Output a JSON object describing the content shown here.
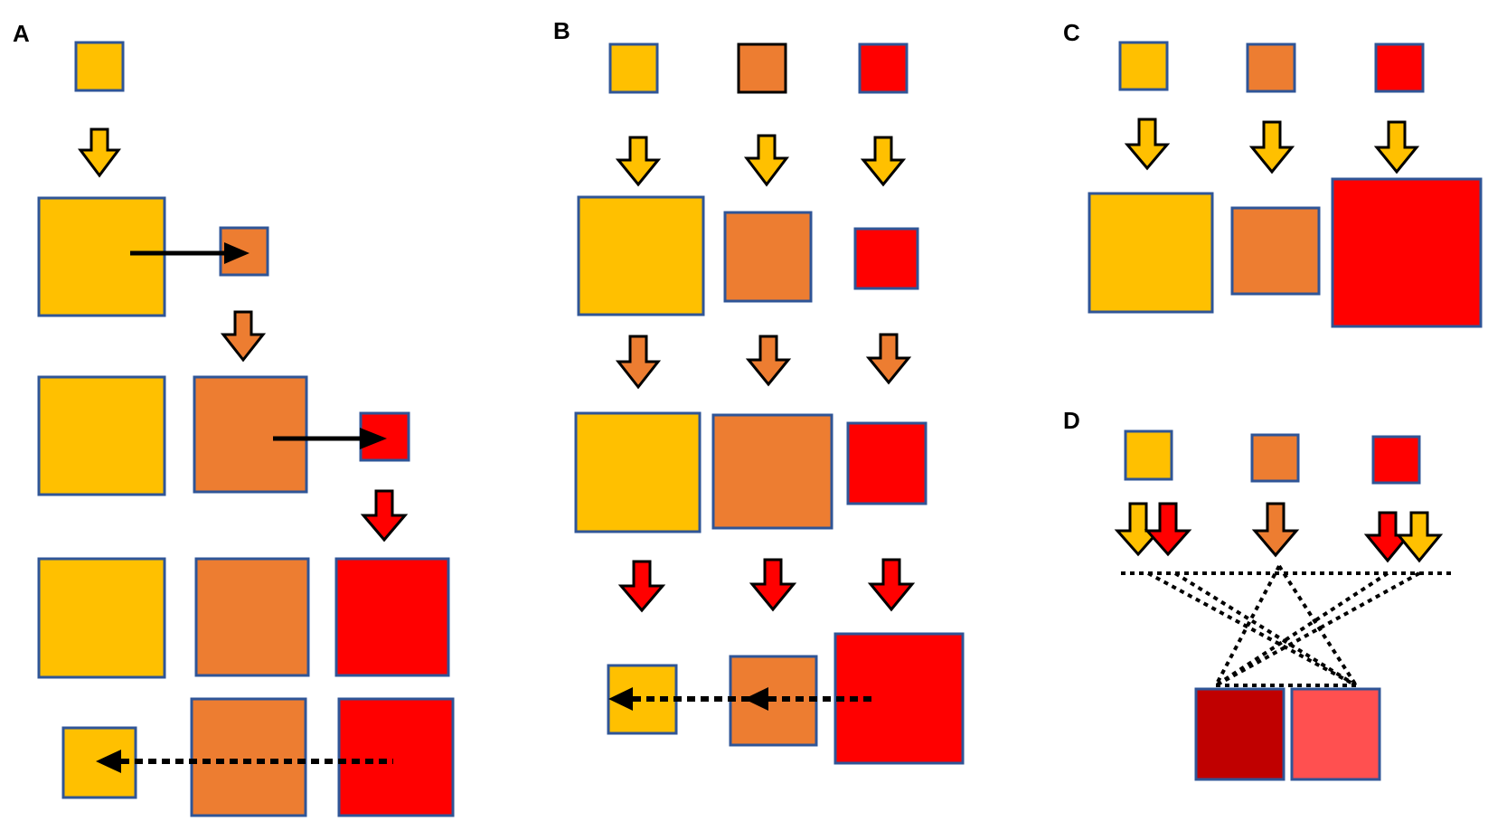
{
  "colors": {
    "yellow": "#FFC000",
    "orange": "#ED7D31",
    "red": "#FF0000",
    "dark_red": "#C00000",
    "light_red": "#FF5050",
    "border_blue": "#2F5597",
    "border_black": "#000000"
  },
  "panels": {
    "a": {
      "label": "A"
    },
    "b": {
      "label": "B"
    },
    "c": {
      "label": "C"
    },
    "d": {
      "label": "D"
    }
  },
  "icons": {
    "block_arrow": "block-arrow-down-icon",
    "solid_arrow": "arrow-right-icon",
    "dotted_arrow": "dotted-arrow-left-icon"
  }
}
